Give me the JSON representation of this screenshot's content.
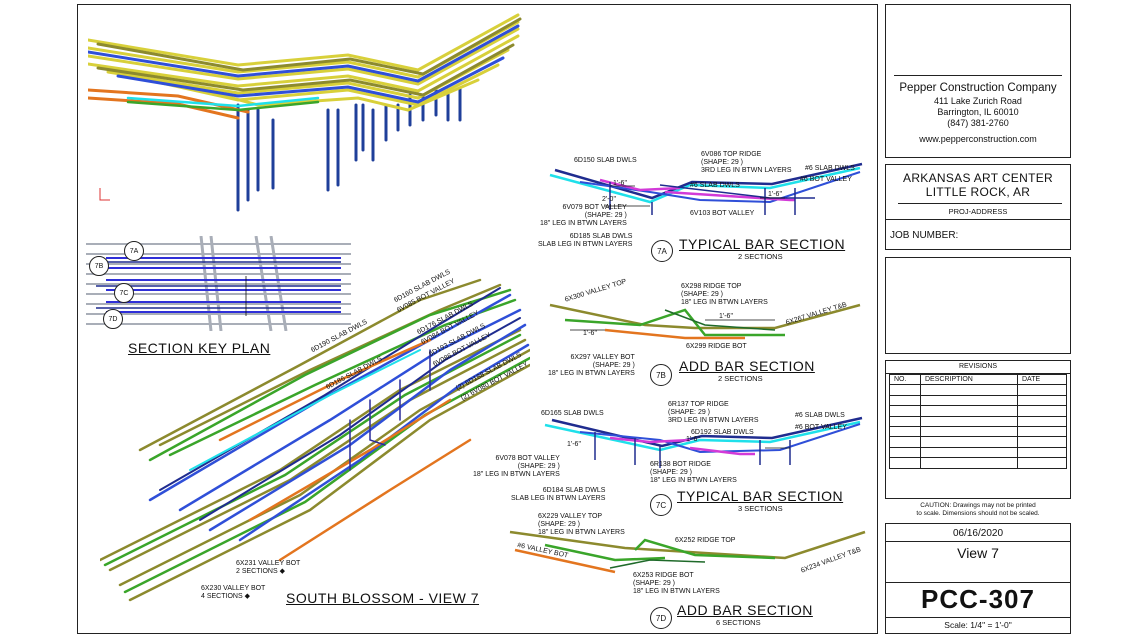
{
  "company": {
    "name": "Pepper Construction Company",
    "address1": "411 Lake Zurich Road",
    "address2": "Barrington, IL 60010",
    "phone": "(847) 381-2760",
    "web": "www.pepperconstruction.com"
  },
  "project": {
    "name": "ARKANSAS ART CENTER",
    "city": "LITTLE ROCK, AR",
    "address": "PROJ-ADDRESS",
    "job_number_label": "JOB NUMBER:"
  },
  "revisions": {
    "title": "REVISIONS",
    "headers": [
      "NO.",
      "DESCRIPTION",
      "DATE"
    ],
    "row_count": 8
  },
  "caution": "CAUTION: Drawings may not be printed\nto scale. Dimensions should not be scaled.",
  "date": "06/16/2020",
  "view": "View 7",
  "sheet": "PCC-307",
  "scale": "Scale: 1/4\" = 1'-0\"",
  "colors": {
    "navy": "#1f2c8f",
    "blue": "#2f4fd8",
    "cyan": "#1fe0ea",
    "yellow": "#d8d03a",
    "olive": "#8c8a2e",
    "green": "#3aa52a",
    "orange": "#e3751f",
    "magenta": "#d23ad8",
    "rebar_gray": "#a9aeb8"
  },
  "views": {
    "key_plan": {
      "title": "SECTION KEY PLAN",
      "tags": [
        "7A",
        "7B",
        "7C",
        "7D"
      ]
    },
    "south": {
      "title": "SOUTH BLOSSOM - VIEW 7",
      "labels": [
        "6D190 SLAB DWLS",
        "6D186 SLAB DWLS",
        "6D160 SLAB DWLS",
        "6V085 BOT VALLEY",
        "6D176 SLAB DWLS",
        "6V084 BOT VALLEY",
        "6D193 SLAB DWLS",
        "6V086 BOT VALLEY",
        "(2) 6D188 SLAB DWLS",
        "(2) 6V080 BOT VALLEY"
      ],
      "note1": "6X231 VALLEY BOT\n2 SECTIONS ◆",
      "note2": "6X230 VALLEY BOT\n4 SECTIONS ◆"
    },
    "s7a": {
      "tag": "7A",
      "title": "TYPICAL BAR SECTION",
      "sub": "2 SECTIONS",
      "notes": [
        "6D150 SLAB DWLS",
        "6V086 TOP RIDGE\n(SHAPE: 29 )\n3RD LEG IN BTWN LAYERS",
        "#6 SLAB DWLS",
        "#6 SLAB DWLS",
        "#6 BOT VALLEY",
        "6V079 BOT VALLEY\n(SHAPE: 29 )\n18\" LEG IN BTWN LAYERS",
        "6V103 BOT VALLEY",
        "6D185 SLAB DWLS\nSLAB LEG IN BTWN LAYERS"
      ],
      "dims": [
        "1'-6\"",
        "2'-0\"",
        "1'-6\""
      ]
    },
    "s7b": {
      "tag": "7B",
      "title": "ADD BAR SECTION",
      "sub": "2 SECTIONS",
      "notes": [
        "6X300 VALLEY TOP",
        "6X298 RIDGE TOP\n(SHAPE: 29 )\n18\" LEG IN BTWN LAYERS",
        "6X267 VALLEY T&B",
        "6X299 RIDGE BOT",
        "6X297 VALLEY BOT\n(SHAPE: 29 )\n18\" LEG IN BTWN LAYERS"
      ],
      "dims": [
        "1'-6\"",
        "1'-6\""
      ]
    },
    "s7c": {
      "tag": "7C",
      "title": "TYPICAL BAR SECTION",
      "sub": "3 SECTIONS",
      "notes": [
        "6D165 SLAB DWLS",
        "6R137 TOP RIDGE\n(SHAPE: 29 )\n3RD LEG IN BTWN LAYERS",
        "6D192 SLAB DWLS",
        "#6 SLAB DWLS",
        "#6 BOT VALLEY",
        "6V078 BOT VALLEY\n(SHAPE: 29 )\n18\" LEG IN BTWN LAYERS",
        "6R138 BOT RIDGE\n(SHAPE: 29 )\n18\" LEG IN BTWN LAYERS",
        "6D184 SLAB DWLS\nSLAB LEG IN BTWN LAYERS"
      ],
      "dims": [
        "1'-6\"",
        "1'-6\""
      ]
    },
    "s7d": {
      "tag": "7D",
      "title": "ADD BAR SECTION",
      "sub": "6 SECTIONS",
      "notes": [
        "6X229 VALLEY TOP\n(SHAPE: 29 )\n18\" LEG IN BTWN LAYERS",
        "6X252 RIDGE TOP",
        "#6 VALLEY BOT",
        "6X234 VALLEY T&B",
        "6X253 RIDGE BOT\n(SHAPE: 29 )\n18\" LEG IN BTWN LAYERS"
      ]
    }
  }
}
